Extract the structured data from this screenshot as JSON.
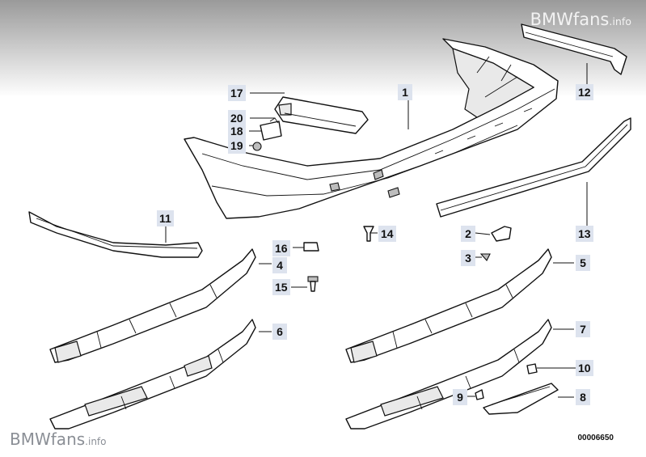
{
  "watermark_top": {
    "brand": "BMW",
    "site": "fans",
    "tld": ".info"
  },
  "watermark_bottom": {
    "brand": "BMW",
    "site": "fans",
    "tld": ".info"
  },
  "document_number": "00006650",
  "callouts": [
    {
      "id": "c1",
      "label": "1"
    },
    {
      "id": "c2",
      "label": "2"
    },
    {
      "id": "c3",
      "label": "3"
    },
    {
      "id": "c4",
      "label": "4"
    },
    {
      "id": "c5",
      "label": "5"
    },
    {
      "id": "c6",
      "label": "6"
    },
    {
      "id": "c7",
      "label": "7"
    },
    {
      "id": "c8",
      "label": "8"
    },
    {
      "id": "c9",
      "label": "9"
    },
    {
      "id": "c10",
      "label": "10"
    },
    {
      "id": "c11",
      "label": "11"
    },
    {
      "id": "c12",
      "label": "12"
    },
    {
      "id": "c13",
      "label": "13"
    },
    {
      "id": "c14",
      "label": "14"
    },
    {
      "id": "c15",
      "label": "15"
    },
    {
      "id": "c16",
      "label": "16"
    },
    {
      "id": "c17",
      "label": "17"
    },
    {
      "id": "c18",
      "label": "18"
    },
    {
      "id": "c19",
      "label": "19"
    },
    {
      "id": "c20",
      "label": "20"
    }
  ],
  "colors": {
    "header_gradient_top": "#9a9a9a",
    "callout_bg": "#dde3ee",
    "line": "#111111"
  }
}
